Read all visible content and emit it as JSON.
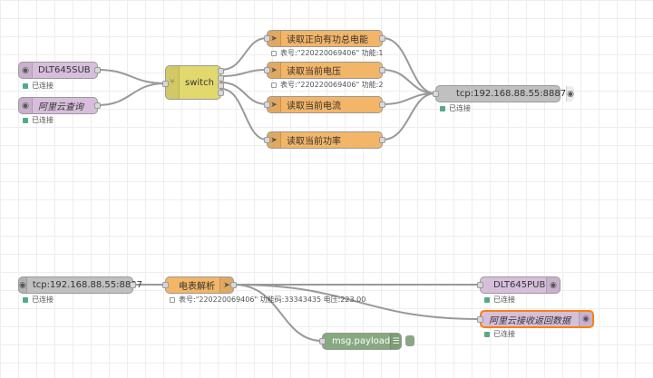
{
  "nodes": {
    "dlt645sub": {
      "label": "DLT645SUB",
      "status": "已连接"
    },
    "aliyun_query": {
      "label": "阿里云查询",
      "status": "已连接"
    },
    "switch": {
      "label": "switch"
    },
    "read_total": {
      "label": "读取正向有功总电能",
      "status": "表号:\"220220069406\" 功能:1"
    },
    "read_voltage": {
      "label": "读取当前电压",
      "status": "表号:\"220220069406\" 功能:2"
    },
    "read_current": {
      "label": "读取当前电流"
    },
    "read_power": {
      "label": "读取当前功率"
    },
    "tcp_out": {
      "label": "tcp:192.168.88.55:8887",
      "status": "已连接"
    },
    "tcp_in": {
      "label": "tcp:192.168.88.55:8887",
      "status": "已连接"
    },
    "meter_parse": {
      "label": "电表解析",
      "status": "表号:\"220220069406\" 功能码:33343435 电压:223.00"
    },
    "dlt645pub": {
      "label": "DLT645PUB",
      "status": "已连接"
    },
    "aliyun_return": {
      "label": "阿里云接收返回数据",
      "status": "已连接"
    },
    "debug": {
      "label": "msg.payload",
      "icon": "list-icon"
    }
  },
  "icons": {
    "mqtt": "wifi-icon",
    "switch": "switch-icon",
    "function": "function-icon",
    "tcp": "wifi-icon"
  },
  "colors": {
    "mqtt": "#d7bfdc",
    "tcp": "#c0c0c0",
    "function": "#f3b567",
    "switch": "#e2d96e",
    "debug": "#87a980",
    "status_connected": "#55aa88",
    "selected_border": "#ff7f0e",
    "wire": "#999999"
  }
}
